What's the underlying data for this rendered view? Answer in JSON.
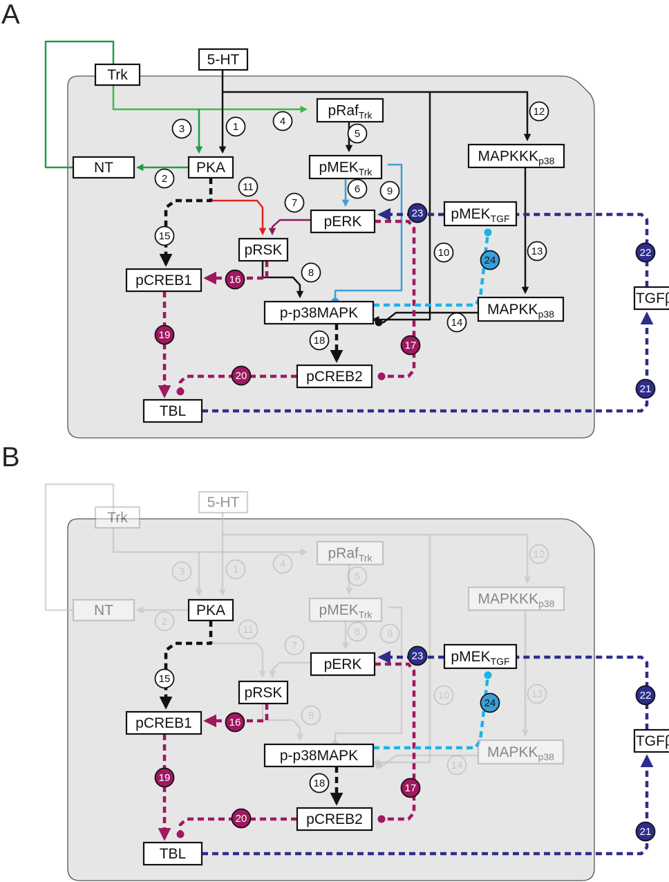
{
  "panels": [
    {
      "label": "A",
      "faded": []
    },
    {
      "label": "B",
      "faded": [
        "5-HT",
        "Trk",
        "NT",
        "pRaf",
        "pMEK_Trk",
        "MAPKKK",
        "MAPKK",
        "1",
        "2",
        "3",
        "4",
        "5",
        "6",
        "7",
        "8",
        "9",
        "10",
        "11",
        "12",
        "13",
        "14"
      ]
    }
  ],
  "nodes": {
    "ht": "5-HT",
    "trk": "Trk",
    "nt": "NT",
    "pka": "PKA",
    "praf": {
      "main": "pRaf",
      "sub": "Trk"
    },
    "pmektrk": {
      "main": "pMEK",
      "sub": "Trk"
    },
    "perk": "pERK",
    "prsk": "pRSK",
    "pcreb1": "pCREB1",
    "pp38": "p-p38MAPK",
    "pcreb2": "pCREB2",
    "tbl": "TBL",
    "mapkkk": {
      "main": "MAPKKK",
      "sub": "p38"
    },
    "mapkk": {
      "main": "MAPKK",
      "sub": "p38"
    },
    "pmektgf": {
      "main": "pMEK",
      "sub": "TGF"
    },
    "tgfb": "TGFβ"
  },
  "steps": [
    "1",
    "2",
    "3",
    "4",
    "5",
    "6",
    "7",
    "8",
    "9",
    "10",
    "11",
    "12",
    "13",
    "14",
    "15",
    "16",
    "17",
    "18",
    "19",
    "20",
    "21",
    "22",
    "23",
    "24"
  ],
  "colors": {
    "black": "#111111",
    "green": "#1e9e48",
    "green_light": "#3cb84a",
    "blue": "#3a9fd8",
    "cyan": "#1ab4e6",
    "red": "#e02020",
    "purple": "#8a1a5c",
    "magenta": "#a0185f",
    "navy": "#2d2e8c",
    "panel_bg": "#e6e6e6",
    "fade": "#bfbfbf"
  }
}
